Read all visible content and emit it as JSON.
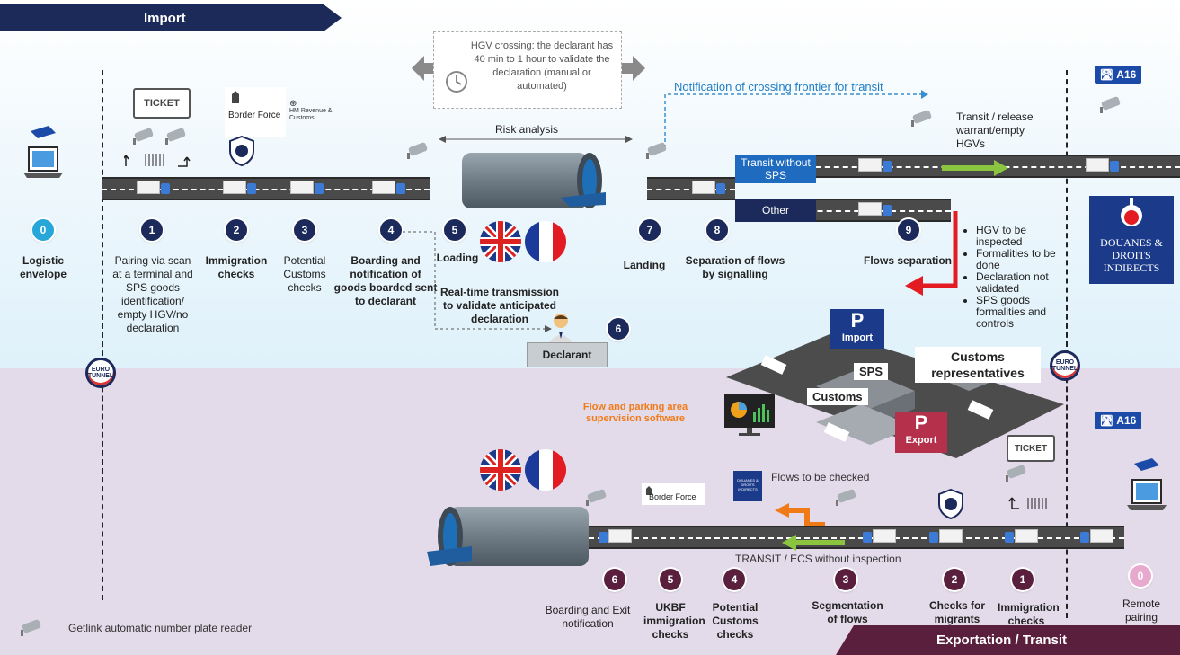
{
  "banners": {
    "import": "Import",
    "export": "Exportation / Transit"
  },
  "note": {
    "hgv_crossing": "HGV crossing: the declarant has 40 min to 1 hour to validate the declaration (manual or automated)"
  },
  "labels": {
    "risk_analysis": "Risk analysis",
    "notification_transit": "Notification of crossing frontier for transit",
    "transit_release": "Transit / release warrant/empty HGVs",
    "transit_without_sps": "Transit without SPS",
    "other": "Other",
    "realtime": "Real-time transmission to validate anticipated declaration",
    "declarant": "Declarant",
    "flow_parking": "Flow and parking area supervision software",
    "flows_to_check": "Flows to be checked",
    "transit_ecs": "TRANSIT / ECS without inspection",
    "anpr_legend": "Getlink automatic number plate reader",
    "border_force": "Border Force",
    "hmrc": "HM Revenue & Customs",
    "ticket": "TICKET",
    "a16": "A16",
    "eurotunnel_1": "EURO",
    "eurotunnel_2": "TUNNEL",
    "douanes": "DOUANES & DROITS INDIRECTS",
    "douanes_small": "DOUANES & DROITS INDIRECTS",
    "parking_import": "Import",
    "parking_export": "Export",
    "parking_p": "P",
    "customs": "Customs",
    "sps": "SPS",
    "customs_reps": "Customs representatives"
  },
  "inspection_list": [
    "HGV to be inspected",
    "Formalities to be done",
    "Declaration not validated",
    "SPS goods formalities and controls"
  ],
  "import_steps": [
    {
      "num": "0",
      "label": "Logistic envelope"
    },
    {
      "num": "1",
      "label": "Pairing via scan at a terminal and SPS goods identification/ empty HGV/no declaration"
    },
    {
      "num": "2",
      "label": "Immigration checks"
    },
    {
      "num": "3",
      "label": "Potential Customs checks"
    },
    {
      "num": "4",
      "label": "Boarding and notification of goods boarded sent to declarant"
    },
    {
      "num": "5",
      "label": "Loading"
    },
    {
      "num": "6",
      "label": ""
    },
    {
      "num": "7",
      "label": "Landing"
    },
    {
      "num": "8",
      "label": "Separation of flows by signalling"
    },
    {
      "num": "9",
      "label": "Flows separation"
    }
  ],
  "export_steps": [
    {
      "num": "6",
      "label": "Boarding and Exit notification"
    },
    {
      "num": "5",
      "label": "UKBF immigration checks"
    },
    {
      "num": "4",
      "label": "Potential Customs checks"
    },
    {
      "num": "3",
      "label": "Segmentation of flows"
    },
    {
      "num": "2",
      "label": "Checks for migrants"
    },
    {
      "num": "1",
      "label": "Immigration checks"
    },
    {
      "num": "0",
      "label": "Remote pairing"
    }
  ]
}
